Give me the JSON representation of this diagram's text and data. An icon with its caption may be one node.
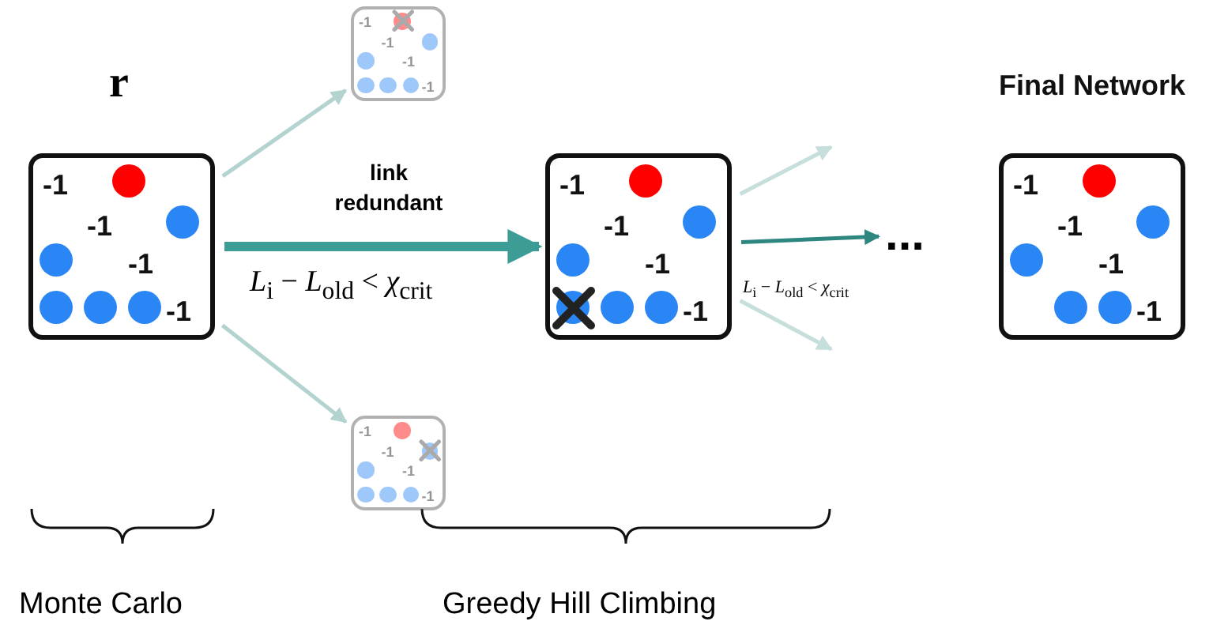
{
  "diagram": {
    "nodes": [
      {
        "text": [
          "-1",
          "-1",
          "-1",
          "-1"
        ],
        "beside": [
          "r"
        ]
      },
      {
        "text": [
          "-1",
          "-1",
          "-1",
          "-1"
        ]
      },
      {
        "text": [
          "-1",
          "-1",
          "-1",
          "-1"
        ]
      },
      {
        "text": [
          "-1",
          "-1",
          "-1",
          "-1"
        ]
      },
      {
        "text": [
          "..."
        ]
      },
      {
        "text": [
          "Final Network",
          "-1",
          "-1",
          "-1",
          "-1"
        ]
      }
    ],
    "edges": [
      {
        "from": 0,
        "to": 1,
        "arrow": "to",
        "color": "#b3d3d0"
      },
      {
        "from": 0,
        "to": 2,
        "arrow": "to",
        "color": "#b3d3d0"
      },
      {
        "from": 0,
        "to": 3,
        "arrow": "to",
        "label": "link redundant",
        "style": "thick",
        "color": "#3d9c96"
      },
      {
        "from": 3,
        "to": null,
        "arrow": "to",
        "color": "#c6dedc"
      },
      {
        "from": 3,
        "to": 4,
        "arrow": "to",
        "color": "#2e8680"
      },
      {
        "from": 3,
        "to": null,
        "arrow": "to",
        "color": "#c6dedc"
      }
    ],
    "labels": [
      "*L*$_{i}$ − *L*$_{old}$ < *χ*$_{crit}$",
      "*L*$_{i}$ − *L*$_{old}$ < *χ*$_{crit}$",
      "Monte Carlo",
      "Greedy Hill Climbing"
    ]
  }
}
